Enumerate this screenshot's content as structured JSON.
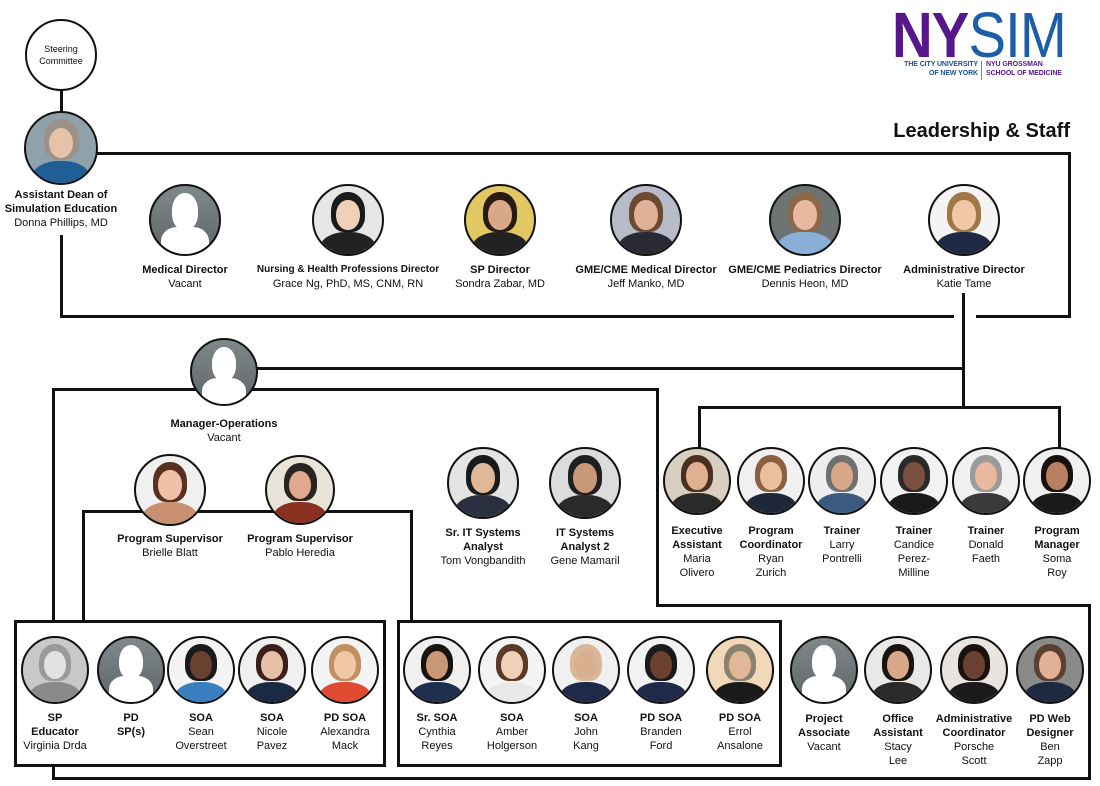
{
  "header": {
    "logo": {
      "ny": "NY",
      "sim": "SIM",
      "cuny": "THE CITY UNIVERSITY\nOF NEW YORK",
      "nyu": "NYU GROSSMAN\nSCHOOL OF MEDICINE"
    },
    "title": "Leadership & Staff",
    "colors": {
      "ny_purple": "#57168a",
      "sim_blue": "#1d5ea9",
      "cuny_blue": "#1d4f91",
      "line": "#111111"
    }
  },
  "steering_committee": {
    "label": "Steering\nCommittee"
  },
  "dean": {
    "title": "Assistant Dean of\nSimulation Education",
    "name": "Donna Phillips, MD",
    "avatar": "--bg:#8fa1aa;--hair:#9a928a;--skin:#e6c2a8;--shirt:#1f5f96"
  },
  "directors": [
    {
      "title": "Medical Director",
      "name": "Vacant",
      "avatar": "--bg:linear-gradient(180deg,#80888b,#5f6669)"
    },
    {
      "title": "Nursing & Health Professions Director",
      "name": "Grace Ng, PhD, MS, CNM, RN",
      "avatar": "--bg:#e6e6e6;--hair:#1a1a1a;--skin:#f0d0b8;--shirt:#222222"
    },
    {
      "title": "SP Director",
      "name": "Sondra Zabar, MD",
      "avatar": "--bg:#e2c862;--hair:#2a1a14;--skin:#d8a888;--shirt:#222222"
    },
    {
      "title": "GME/CME Medical Director",
      "name": "Jeff Manko, MD",
      "avatar": "--bg:#b8bcc8;--hair:#6a4a30;--skin:#e0b098;--shirt:#2a2a35"
    },
    {
      "title": "GME/CME Pediatrics Director",
      "name": "Dennis Heon, MD",
      "avatar": "--bg:#6e7474;--hair:#8a6848;--skin:#e8b8a0;--shirt:#8ab0d8"
    },
    {
      "title": "Administrative Director",
      "name": "Katie Tame",
      "avatar": "--bg:#f4f4f4;--hair:#a07848;--skin:#f0c8a8;--shirt:#1e2a44"
    }
  ],
  "operations_manager": {
    "title": "Manager-Operations",
    "name": "Vacant",
    "avatar": "--bg:linear-gradient(180deg,#80888b,#5f6669)"
  },
  "program_supervisors": [
    {
      "title": "Program Supervisor",
      "name": "Brielle Blatt",
      "avatar": "--bg:#f0f0f0;--hair:#5a3020;--skin:#f0c0a8;--shirt:#c89070"
    },
    {
      "title": "Program Supervisor",
      "name": "Pablo Heredia",
      "avatar": "--bg:#e8e4d8;--hair:#2a2420;--skin:#e0a890;--shirt:#8a3020"
    }
  ],
  "it_staff": [
    {
      "title": "Sr. IT Systems\nAnalyst",
      "name": "Tom Vongbandith",
      "avatar": "--bg:#e4e4e4;--hair:#1a1a1a;--skin:#e0b898;--shirt:#2a3040"
    },
    {
      "title": "IT Systems\nAnalyst 2",
      "name": "Gene Mamaril",
      "avatar": "--bg:#dcdcdc;--hair:#202020;--skin:#c89878;--shirt:#2a2a2a"
    }
  ],
  "admin_staff": [
    {
      "title": "Executive\nAssistant",
      "name": "Maria\nOlivero",
      "avatar": "--bg:#d8cfc0;--hair:#4a3020;--skin:#e0b090;--shirt:#2a2a2a"
    },
    {
      "title": "Program\nCoordinator",
      "name": "Ryan\nZurich",
      "avatar": "--bg:#f0f0f0;--hair:#8a6040;--skin:#e8c0a0;--shirt:#1e2838"
    },
    {
      "title": "Trainer",
      "name": "Larry\nPontrelli",
      "avatar": "--bg:#eeeeee;--hair:#707070;--skin:#d8a888;--shirt:#3a5a80"
    },
    {
      "title": "Trainer",
      "name": "Candice\nPerez-\nMilline",
      "avatar": "--bg:#f2f2f2;--hair:#2a2a2a;--skin:#7a5040;--shirt:#1a1a1a"
    },
    {
      "title": "Trainer",
      "name": "Donald\nFaeth",
      "avatar": "--bg:#f0f0f0;--hair:#9a9a9a;--skin:#e8b8a0;--shirt:#3a3a3a"
    },
    {
      "title": "Program\nManager",
      "name": "Soma\nRoy",
      "avatar": "--bg:#f0f0f0;--hair:#1a1010;--skin:#b88060;--shirt:#1a1a1a"
    }
  ],
  "team_a": [
    {
      "title": "SP\nEducator",
      "name": "Virginia Drda",
      "avatar": "--bg:#c8c8c8;--hair:#9a9a9a;--skin:#e2e2e2;--shirt:#8a8a8a"
    },
    {
      "title": "PD\nSP(s)",
      "name": "",
      "avatar": "--bg:linear-gradient(180deg,#80888b,#5f6669)"
    },
    {
      "title": "SOA",
      "name": "Sean\nOverstreet",
      "avatar": "--bg:#f4f4f4;--hair:#1a1a1a;--skin:#6a4030;--shirt:#3a80c0"
    },
    {
      "title": "SOA",
      "name": "Nicole\nPavez",
      "avatar": "--bg:#f0f0f0;--hair:#3a2018;--skin:#e8c0a8;--shirt:#1a2a44"
    },
    {
      "title": "PD SOA",
      "name": "Alexandra\nMack",
      "avatar": "--bg:#f4f4f4;--hair:#c09060;--skin:#f0c8a8;--shirt:#e04a30"
    }
  ],
  "team_b": [
    {
      "title": "Sr. SOA",
      "name": "Cynthia\nReyes",
      "avatar": "--bg:#f0f0f0;--hair:#1a1410;--skin:#c89878;--shirt:#1e3050"
    },
    {
      "title": "SOA",
      "name": "Amber\nHolgerson",
      "avatar": "--bg:#f4f4f4;--hair:#5a3a28;--skin:#f0d0b8;--shirt:#e8e8e8"
    },
    {
      "title": "SOA",
      "name": "John\nKang",
      "avatar": "--bg:#f0f0f0;--hair:#d8b898;--skin:#d8b090;--shirt:#1e2a48"
    },
    {
      "title": "PD SOA",
      "name": "Branden\nFord",
      "avatar": "--bg:#f2f2f2;--hair:#1a1a1a;--skin:#6a4030;--shirt:#1e2a48"
    },
    {
      "title": "PD SOA",
      "name": "Errol\nAnsalone",
      "avatar": "--bg:#f0d8b8;--hair:#8a8070;--skin:#e0b898;--shirt:#1a1a1a"
    }
  ],
  "support_staff": [
    {
      "title": "Project\nAssociate",
      "name": "Vacant",
      "avatar": "--bg:linear-gradient(180deg,#80888b,#5f6669)"
    },
    {
      "title": "Office\nAssistant",
      "name": "Stacy\nLee",
      "avatar": "--bg:#e8e8e8;--hair:#1a1410;--skin:#d8a888;--shirt:#2a2a2a"
    },
    {
      "title": "Administrative\nCoordinator",
      "name": "Porsche\nScott",
      "avatar": "--bg:#e8e4e0;--hair:#1a1010;--skin:#6a4030;--shirt:#1a1a1a"
    },
    {
      "title": "PD Web\nDesigner",
      "name": "Ben\nZapp",
      "avatar": "--bg:#8a8a8a;--hair:#5a4030;--skin:#e0b098;--shirt:#1e2a40"
    }
  ]
}
